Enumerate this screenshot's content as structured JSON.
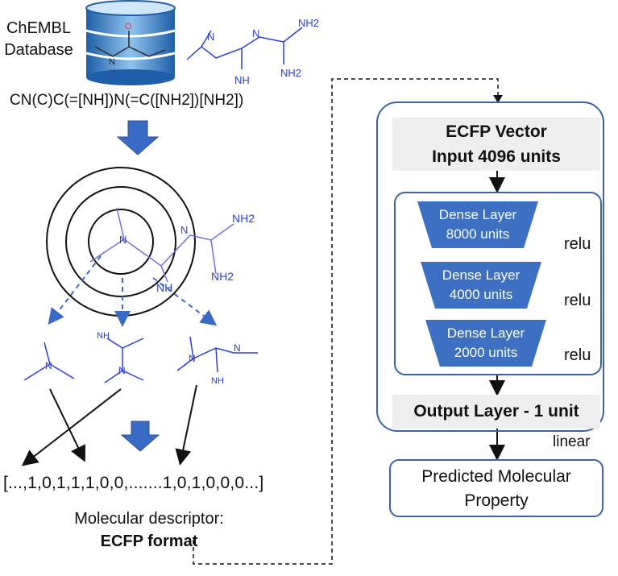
{
  "database": {
    "label_line1": "ChEMBL",
    "label_line2": "Database"
  },
  "smiles": "CN(C)C(=[NH])N(=C([NH2])[NH2])",
  "molecule_labels": {
    "nh2": "NH2",
    "nh": "NH",
    "n": "N",
    "h": "H",
    "o": "O"
  },
  "fingerprint_vector": "[...,1,0,1,1,1,0,0,.......1,0,1,0,0,0...]",
  "descriptor": {
    "label": "Molecular descriptor:",
    "format": "ECFP format"
  },
  "network": {
    "input": {
      "line1": "ECFP Vector",
      "line2": "Input 4096 units"
    },
    "dense_layers": [
      {
        "line1": "Dense Layer",
        "line2": "8000 units",
        "activation": "relu"
      },
      {
        "line1": "Dense Layer",
        "line2": "4000 units",
        "activation": "relu"
      },
      {
        "line1": "Dense Layer",
        "line2": "2000 units",
        "activation": "relu"
      }
    ],
    "output": {
      "label": "Output Layer - 1 unit",
      "activation": "linear"
    }
  },
  "prediction": {
    "line1": "Predicted Molecular",
    "line2": "Property"
  },
  "colors": {
    "accent_blue": "#3b63a6",
    "arrow_blue": "#3a6bc4",
    "layer_blue": "#3d6fc2",
    "molecule_blue": "#2a3fd6",
    "box_gray": "#eeeeee"
  }
}
